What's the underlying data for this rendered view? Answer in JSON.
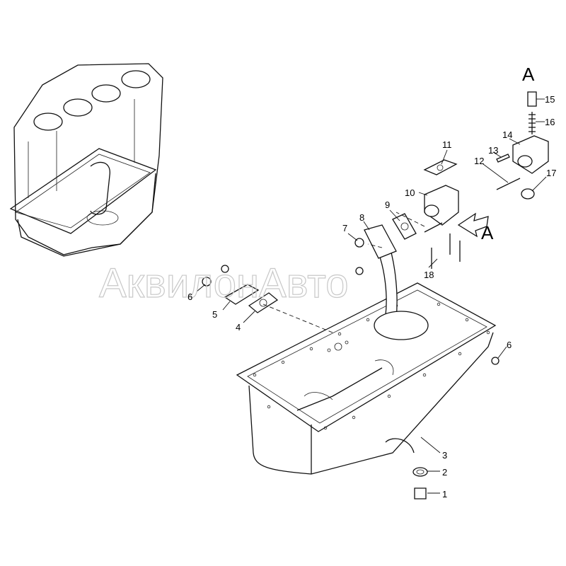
{
  "watermark": "АквилонАвто",
  "view_labels": {
    "detail_title": "A",
    "arrow_label": "A"
  },
  "callouts": {
    "c1": "1",
    "c2": "2",
    "c3": "3",
    "c4": "4",
    "c5": "5",
    "c6a": "6",
    "c6b": "6",
    "c7": "7",
    "c8": "8",
    "c9": "9",
    "c10": "10",
    "c11": "11",
    "c12": "12",
    "c13": "13",
    "c14": "14",
    "c15": "15",
    "c16": "16",
    "c17": "17",
    "c18": "18"
  }
}
